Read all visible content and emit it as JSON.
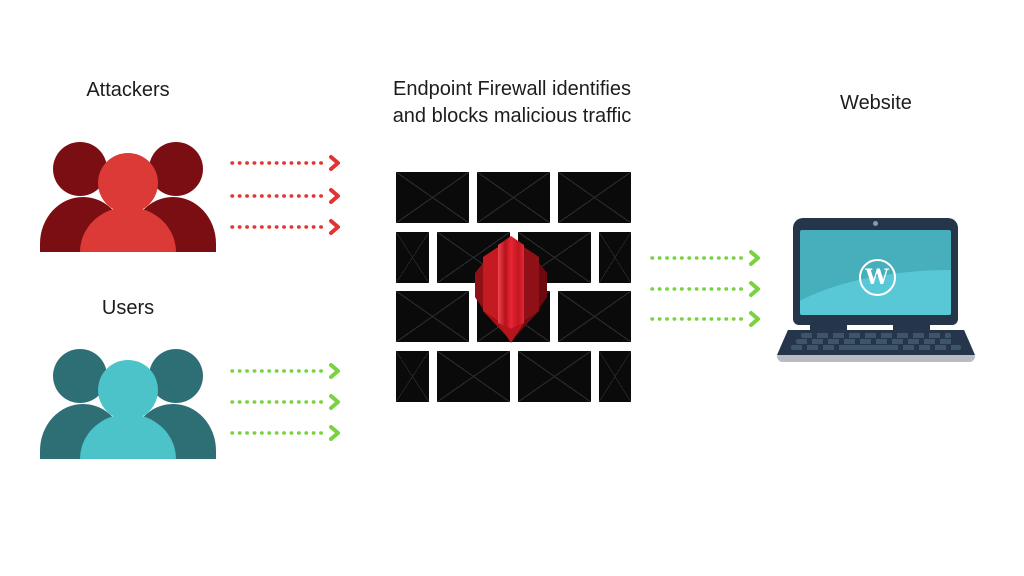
{
  "theme": {
    "text": "#1d1d1f",
    "attacker-front": "#dc3a37",
    "attacker-back": "#7a0e13",
    "user-front": "#4cc3c8",
    "user-back": "#2e6f76",
    "arrow-red": "#e23531",
    "arrow-green": "#79d23f",
    "brick": "#0a0a0a",
    "gem-red": "#d8232e",
    "laptop-frame": "#25364a",
    "screen-dark": "#47afbc",
    "screen-light": "#58c8d6",
    "laptop-base": "#b9bdc1",
    "key": "#3c5568"
  },
  "attackers": {
    "label": "Attackers"
  },
  "users": {
    "label": "Users"
  },
  "firewall": {
    "caption_line1": "Endpoint Firewall identifies",
    "caption_line2": "and blocks malicious traffic"
  },
  "website": {
    "label": "Website",
    "logo_letter": "W"
  },
  "arrows": {
    "attackers_to_firewall": {
      "count": 3,
      "color": "#e23531",
      "style": "dotted"
    },
    "users_to_firewall": {
      "count": 3,
      "color": "#79d23f",
      "style": "dotted"
    },
    "firewall_to_website": {
      "count": 3,
      "color": "#79d23f",
      "style": "dotted"
    }
  },
  "icons": {
    "attackers_group": "people-group-icon",
    "users_group": "people-group-icon",
    "firewall_wall": "brick-wall-icon",
    "firewall_gem": "red-shield-gem-icon",
    "website_device": "laptop-icon",
    "website_logo": "wordpress-icon"
  }
}
